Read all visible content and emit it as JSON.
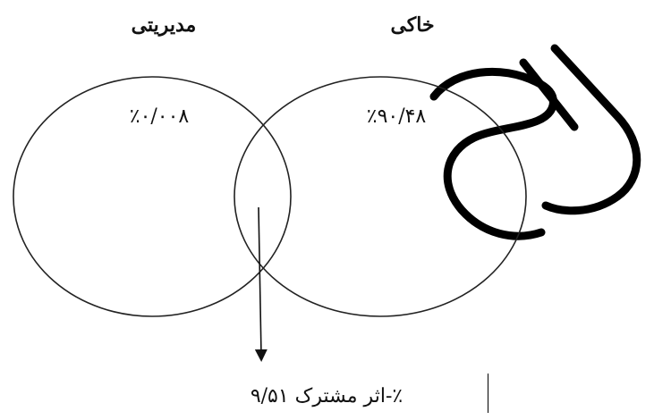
{
  "diagram": {
    "left_set_label": "مدیریتی",
    "right_set_label": "خاکی",
    "left_only_value": "٪۰/۰۰۸",
    "right_only_value": "٪۹۰/۴۸",
    "shared_effect_label": "اثر مشترک ۹/۵۱-٪",
    "watermark": "SID"
  },
  "colors": {
    "stroke": "#222222",
    "watermark": "#000000",
    "background": "#ffffff"
  }
}
